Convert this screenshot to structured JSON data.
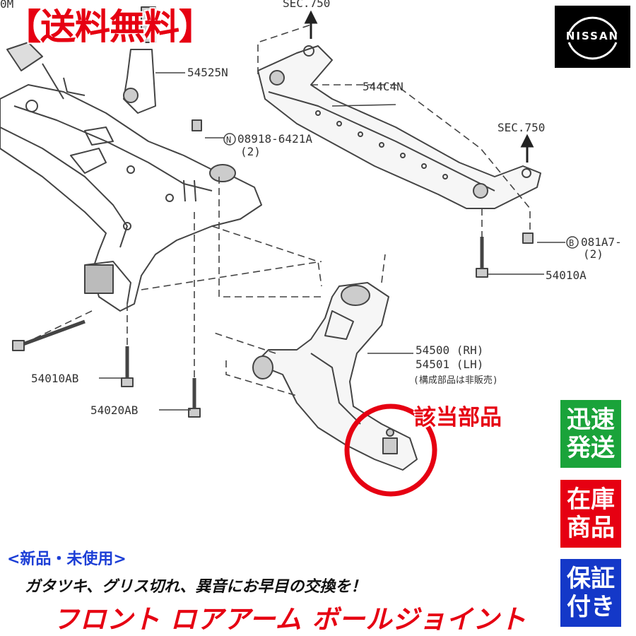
{
  "banner": {
    "free_shipping": "【送料無料】"
  },
  "logo": {
    "brand": "NISSAN"
  },
  "diagram": {
    "labels": {
      "sec_top": "SEC.750",
      "sec_right": "SEC.750",
      "p54525N": "54525N",
      "p544C4N": "544C4N",
      "p08918": "08918-6421A",
      "p08918_qty": "(2)",
      "p081A7": "081A7-",
      "p081A7_qty": "(2)",
      "p54010A": "54010A",
      "p54500": "54500 (RH)",
      "p54501": "54501 (LH)",
      "note": "(構成部品は非販売)",
      "p54010AB": "54010AB",
      "p54020AB": "54020AB",
      "corner_m": "0M"
    },
    "target_label": "該当部品",
    "accent_color": "#e60012"
  },
  "badges": {
    "quick_ship": [
      "迅速",
      "発送"
    ],
    "in_stock": [
      "在庫",
      "商品"
    ],
    "warranty": [
      "保証",
      "付き"
    ]
  },
  "text": {
    "condition": "<新品・未使用>",
    "tagline": "ガタツキ、グリス切れ、異音にお早目の交換を！",
    "headline": "フロント ロアアーム ボールジョイント"
  }
}
